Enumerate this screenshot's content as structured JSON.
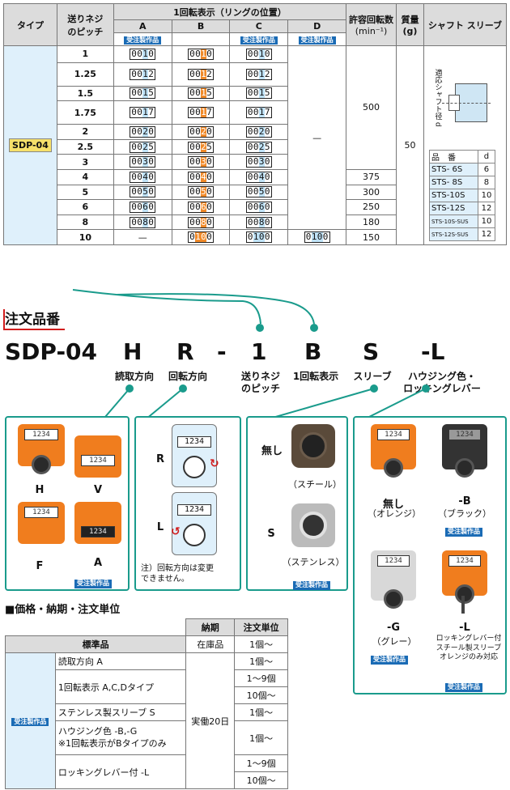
{
  "spec": {
    "headers": {
      "type": "タイプ",
      "pitch": "送りネジ\nのピッチ",
      "display": "1回転表示（リングの位置）",
      "col_a": "A",
      "col_b": "B",
      "col_c": "C",
      "col_d": "D",
      "rpm": "許容回転数",
      "rpm_unit": "(min⁻¹)",
      "mass": "質量",
      "mass_unit": "(g)",
      "shaft": "シャフト スリーブ"
    },
    "made_to_order": "受注製作品",
    "type_name": "SDP-04",
    "rows": [
      {
        "pitch": "1",
        "a": "0010",
        "b": "0010",
        "c": "0010",
        "d": "",
        "rpm": ""
      },
      {
        "pitch": "1.25",
        "a": "0012",
        "b": "0012",
        "c": "0012",
        "d": "",
        "rpm": ""
      },
      {
        "pitch": "1.5",
        "a": "0015",
        "b": "0015",
        "c": "0015",
        "d": "",
        "rpm": ""
      },
      {
        "pitch": "1.75",
        "a": "0017",
        "b": "0017",
        "c": "0017",
        "d": "",
        "rpm": ""
      },
      {
        "pitch": "2",
        "a": "0020",
        "b": "0020",
        "c": "0020",
        "d": "",
        "rpm": ""
      },
      {
        "pitch": "2.5",
        "a": "0025",
        "b": "0025",
        "c": "0025",
        "d": "",
        "rpm": ""
      },
      {
        "pitch": "3",
        "a": "0030",
        "b": "0030",
        "c": "0030",
        "d": "",
        "rpm": ""
      },
      {
        "pitch": "4",
        "a": "0040",
        "b": "0040",
        "c": "0040",
        "d": "",
        "rpm": "375"
      },
      {
        "pitch": "5",
        "a": "0050",
        "b": "0050",
        "c": "0050",
        "d": "",
        "rpm": "300"
      },
      {
        "pitch": "6",
        "a": "0060",
        "b": "0060",
        "c": "0060",
        "d": "",
        "rpm": "250"
      },
      {
        "pitch": "8",
        "a": "0080",
        "b": "0080",
        "c": "0080",
        "d": "",
        "rpm": "180"
      },
      {
        "pitch": "10",
        "a": "—",
        "b": "0100",
        "c": "0100",
        "d": "0100",
        "rpm": "150"
      }
    ],
    "d_dash": "—",
    "rpm_main": "500",
    "mass_value": "50",
    "shaft_vlabel": "適応シャフト径 d",
    "shaft_table_header": [
      "品　番",
      "d"
    ],
    "shaft_table": [
      [
        "STS- 6S",
        "6"
      ],
      [
        "STS- 8S",
        "8"
      ],
      [
        "STS-10S",
        "10"
      ],
      [
        "STS-12S",
        "12"
      ],
      [
        "STS-10S-SUS",
        "10"
      ],
      [
        "STS-12S-SUS",
        "12"
      ]
    ]
  },
  "order": {
    "title": "注文品番",
    "parts": [
      "SDP-04",
      "H",
      "R",
      "-",
      "1",
      "B",
      "S",
      "-L"
    ],
    "labels": {
      "H": "読取方向",
      "R": "回転方向",
      "pitch": "送りネジ\nのピッチ",
      "B": "1回転表示",
      "S": "スリーブ",
      "L": "ハウジング色・\nロッキングレバー"
    }
  },
  "opt_read": {
    "labels": [
      "H",
      "V",
      "F",
      "A"
    ],
    "window": "1234"
  },
  "opt_rot": {
    "r": "R",
    "l": "L",
    "window": "1234",
    "note": "注）回転方向は変更\nできません。"
  },
  "opt_sleeve": {
    "none": "無し",
    "none_cap": "（スチール）",
    "s": "S",
    "s_cap": "（ステンレス）"
  },
  "opt_housing": {
    "none": "無し",
    "none_cap": "（オレンジ）",
    "b": "-B",
    "b_cap": "（ブラック）",
    "g": "-G",
    "g_cap": "（グレー）",
    "l": "-L",
    "l_cap": "ロッキングレバー付\nスチール製スリーブ\nオレンジのみ対応"
  },
  "price": {
    "title": "■価格・納期・注文単位",
    "col_delivery": "納期",
    "col_unit": "注文単位",
    "standard": "標準品",
    "standard_delivery": "在庫品",
    "standard_unit": "1個～",
    "mto_label": "受注製作品",
    "items": [
      {
        "name": "読取方向 A",
        "unit": "1個～"
      },
      {
        "name": "1回転表示 A,C,Dタイプ",
        "unit": "1～9個",
        "unit2": "10個～"
      },
      {
        "name": "ステンレス製スリーブ S",
        "unit": "1個～"
      },
      {
        "name": "ハウジング色 -B,-G\n※1回転表示がBタイプのみ",
        "unit": "1個～"
      },
      {
        "name": "ロッキングレバー付 -L",
        "unit": "1～9個",
        "unit2": "10個～"
      }
    ],
    "mto_delivery": "実働20日"
  }
}
